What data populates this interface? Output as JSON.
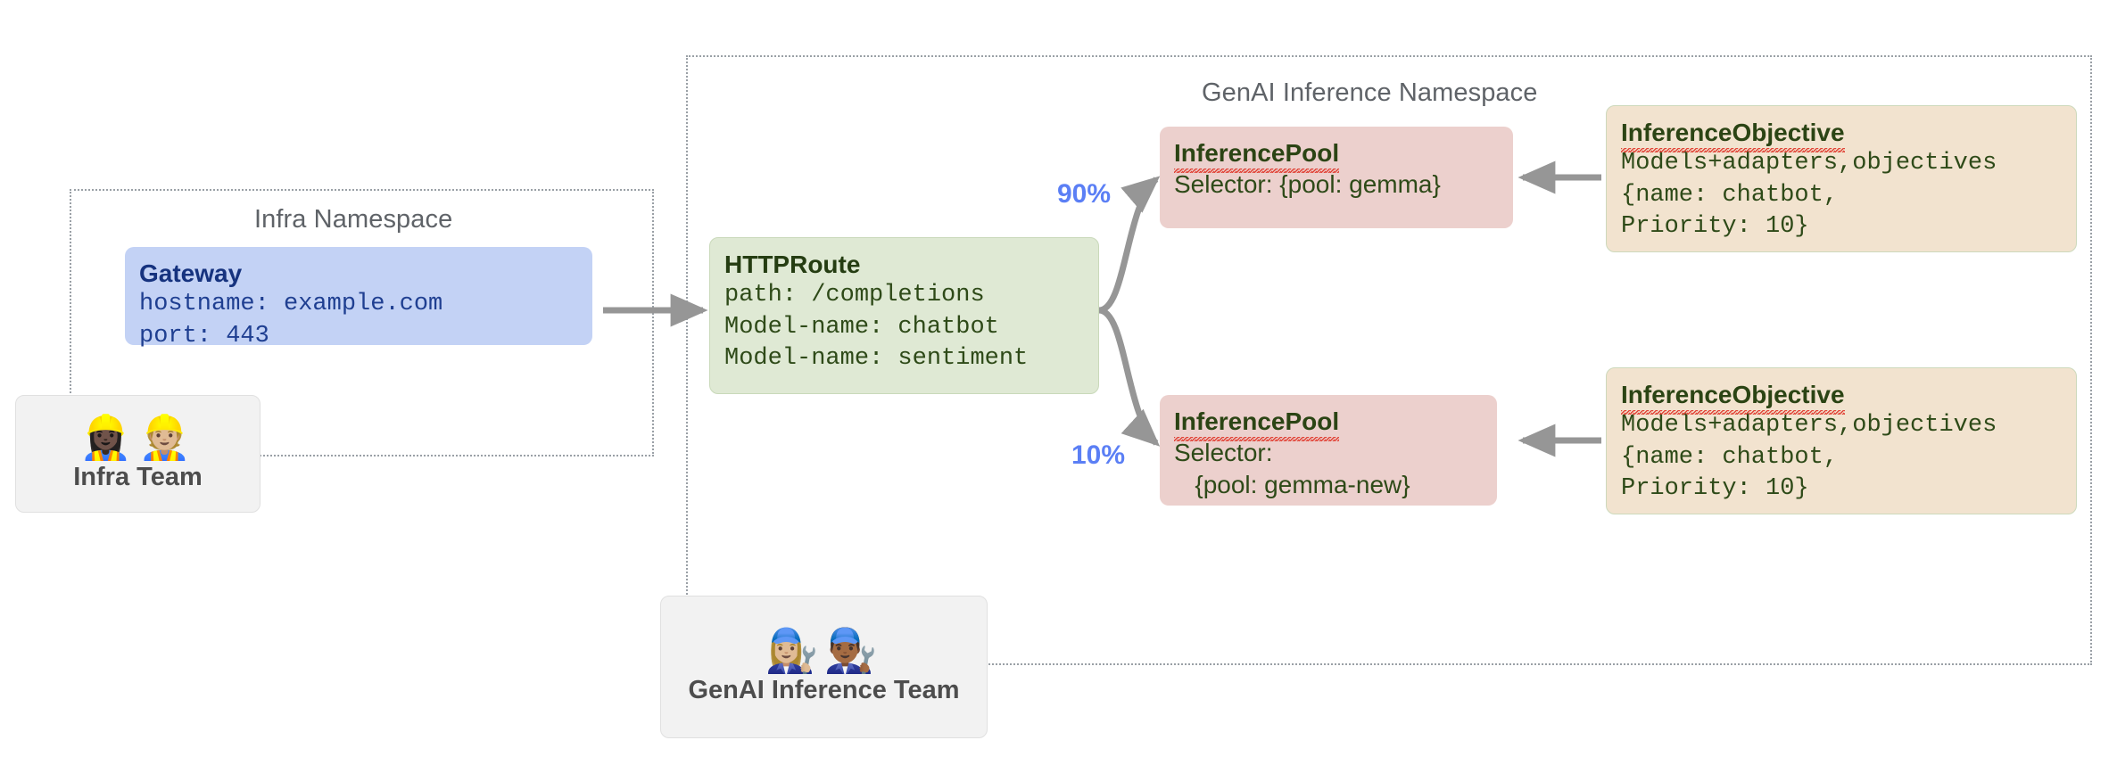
{
  "diagram": {
    "title": "Gateway API Inference Extension architecture",
    "colors": {
      "gateway_bg": "#c3d2f5",
      "httproute_bg": "#dfe9d4",
      "inferencepool_bg": "#ecd0cd",
      "inferenceobjective_bg": "#f2e3cf",
      "team_bg": "#f2f2f2",
      "arrow": "#969696",
      "percent_text": "#5b7ff5",
      "namespace_border": "#9aa0a6",
      "namespace_title": "#5f6368"
    }
  },
  "namespaces": [
    {
      "id": "infra",
      "title": "Infra Namespace"
    },
    {
      "id": "genai",
      "title": "GenAI Inference Namespace"
    }
  ],
  "cards": {
    "gateway": {
      "title": "Gateway",
      "lines": [
        "hostname: example.com",
        "port: 443"
      ]
    },
    "httproute": {
      "title": "HTTPRoute",
      "lines": [
        "path: /completions",
        "Model-name: chatbot",
        "Model-name: sentiment"
      ]
    },
    "pool_gemma": {
      "title": "InferencePool",
      "lines": [
        "Selector: {pool: gemma}"
      ]
    },
    "pool_gemma_new": {
      "title": "InferencePool",
      "lines": [
        "Selector:",
        "   {pool: gemma-new}"
      ]
    },
    "objective_top": {
      "title": "InferenceObjective",
      "lines": [
        "Models+adapters,objectives",
        "{name: chatbot,",
        "Priority: 10}"
      ]
    },
    "objective_bottom": {
      "title": "InferenceObjective",
      "lines": [
        "Models+adapters,objectives",
        "{name: chatbot,",
        "Priority: 10}"
      ]
    }
  },
  "teams": [
    {
      "id": "infra-team",
      "label": "Infra Team",
      "emojis": "👷🏿‍♀️👷🏼"
    },
    {
      "id": "genai-team",
      "label": "GenAI Inference Team",
      "emojis": "👩🏼‍🔧👨🏾‍🔧"
    }
  ],
  "weights": [
    {
      "id": "weight-top",
      "label": "90%"
    },
    {
      "id": "weight-bottom",
      "label": "10%"
    }
  ]
}
